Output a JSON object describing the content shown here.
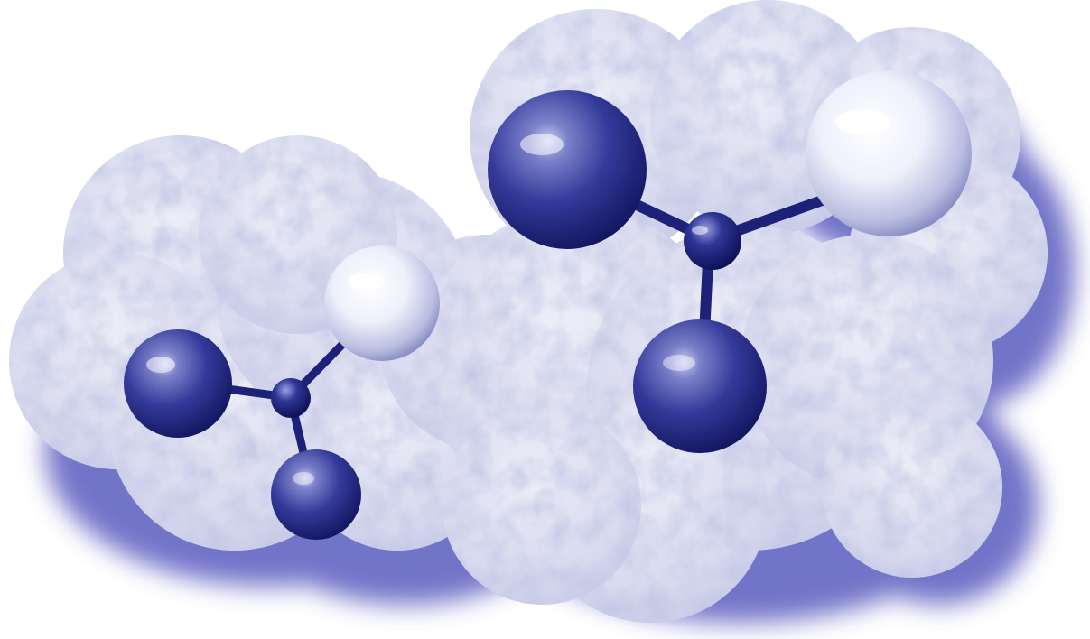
{
  "scene": {
    "subject": "molecule-illustration",
    "molecules": [
      {
        "id": "small-molecule",
        "atoms": [
          {
            "name": "left-atom",
            "tone": "dark"
          },
          {
            "name": "center-atom",
            "tone": "dark"
          },
          {
            "name": "top-right-atom",
            "tone": "light"
          },
          {
            "name": "bottom-atom",
            "tone": "dark"
          }
        ]
      },
      {
        "id": "large-molecule",
        "atoms": [
          {
            "name": "left-atom",
            "tone": "dark"
          },
          {
            "name": "center-atom",
            "tone": "dark"
          },
          {
            "name": "right-atom",
            "tone": "light"
          },
          {
            "name": "bottom-atom",
            "tone": "dark"
          }
        ]
      }
    ],
    "colors": {
      "background": "#ffffff",
      "cloud": "#dcdeef",
      "cloud_shadow": "#5a5bbf",
      "dark_atom": "#262a8a",
      "light_atom": "#eef0ff",
      "bond": "#1d2177"
    }
  }
}
